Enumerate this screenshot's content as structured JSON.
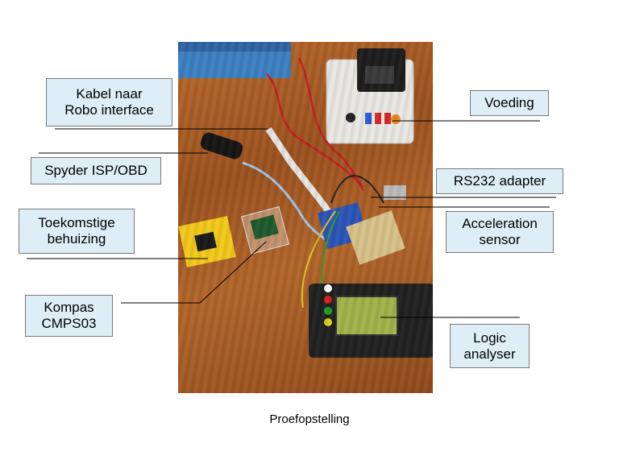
{
  "caption": "Proefopstelling",
  "labels": {
    "kabel": {
      "line1": "Kabel naar",
      "line2": "Robo interface"
    },
    "spyder": {
      "line1": "Spyder ISP/OBD"
    },
    "toekomstige": {
      "line1": "Toekomstige",
      "line2": "behuizing"
    },
    "kompas": {
      "line1": "Kompas",
      "line2": "CMPS03"
    },
    "voeding": {
      "line1": "Voeding"
    },
    "rs232": {
      "line1": "RS232 adapter"
    },
    "accel": {
      "line1": "Acceleration",
      "line2": "sensor"
    },
    "logic": {
      "line1": "Logic",
      "line2": "analyser"
    }
  }
}
